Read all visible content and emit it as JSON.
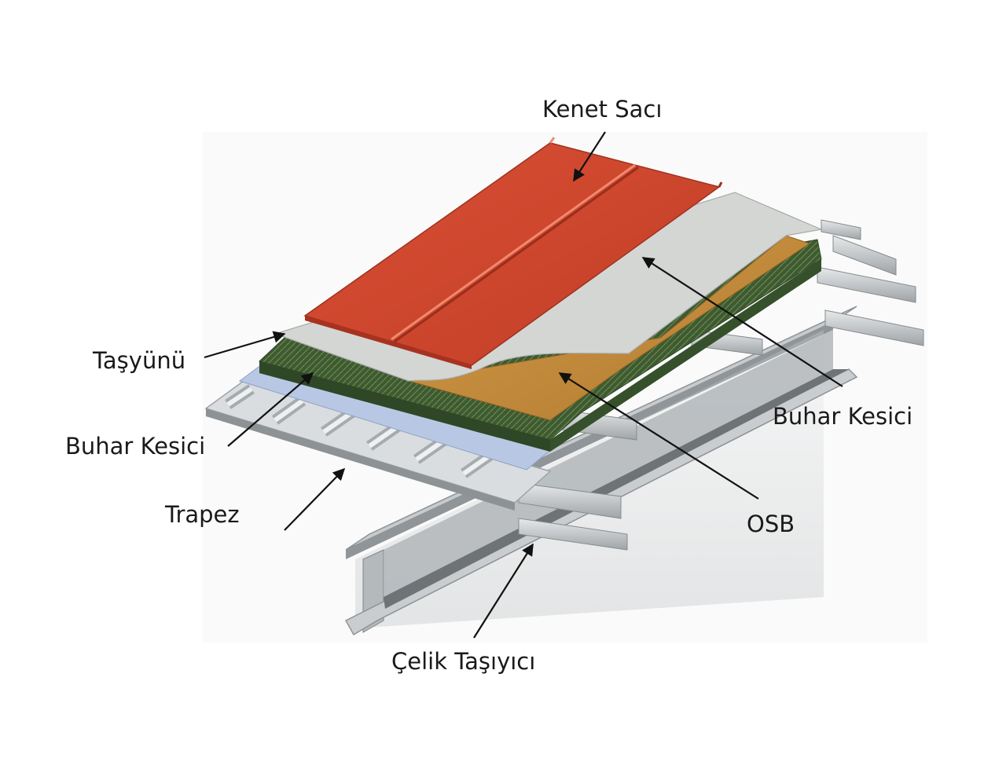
{
  "labels": {
    "kenet_saci": "Kenet Sacı",
    "tasyunu": "Taşyünü",
    "buhar_kesici_left": "Buhar Kesici",
    "trapez": "Trapez",
    "celik_tasiyici": "Çelik Taşıyıcı",
    "buhar_kesici_right": "Buhar Kesici",
    "osb": "OSB"
  },
  "colors": {
    "seam_roof": "#d14a32",
    "seam_roof_dark": "#a8321f",
    "membrane": "#d4d6d4",
    "osb": "#c9913f",
    "insulation": "#3e5a31",
    "vapor_barrier": "#b8c8e4",
    "trapezoid_steel": "#cfd3d6",
    "steel": "#b9bdc0",
    "arrow": "#111111"
  }
}
